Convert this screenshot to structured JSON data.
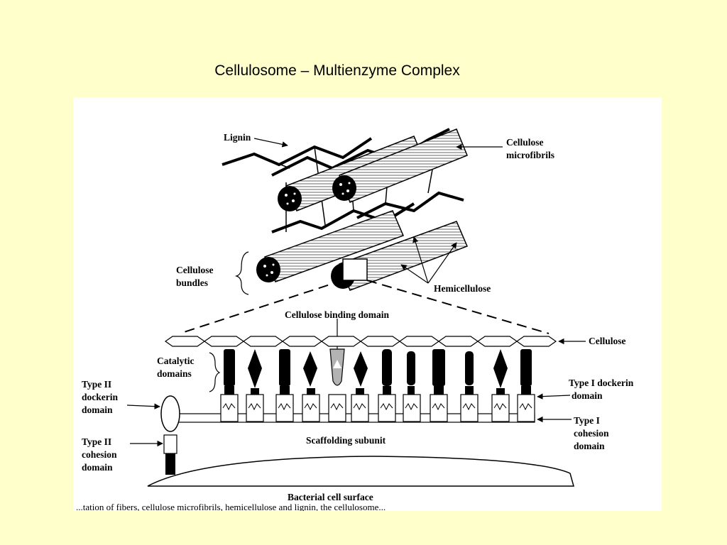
{
  "slide": {
    "title": "Cellulosome – Multienzyme Complex"
  },
  "figure": {
    "labels": {
      "lignin": "Lignin",
      "cellulose_microfibrils_1": "Cellulose",
      "cellulose_microfibrils_2": "microfibrils",
      "cellulose_bundles_1": "Cellulose",
      "cellulose_bundles_2": "bundles",
      "hemicellulose": "Hemicellulose",
      "cellulose_binding_domain": "Cellulose binding domain",
      "cellulose": "Cellulose",
      "catalytic_domains_1": "Catalytic",
      "catalytic_domains_2": "domains",
      "type2_dockerin_1": "Type II",
      "type2_dockerin_2": "dockerin",
      "type2_dockerin_3": "domain",
      "type1_dockerin_1": "Type I dockerin",
      "type1_dockerin_2": "domain",
      "type1_cohesion_1": "Type I",
      "type1_cohesion_2": "cohesion",
      "type1_cohesion_3": "domain",
      "type2_cohesion_1": "Type II",
      "type2_cohesion_2": "cohesion",
      "type2_cohesion_3": "domain",
      "scaffolding_subunit": "Scaffolding subunit",
      "bacterial_cell_surface": "Bacterial cell surface"
    },
    "caption_fragment": "...tation of fibers, cellulose microfibrils, hemicellulose and lignin, the cellulosome..."
  }
}
